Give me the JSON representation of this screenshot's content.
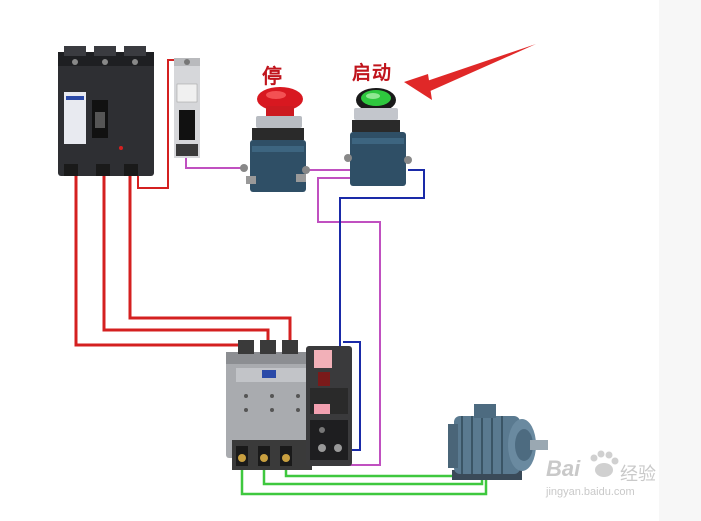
{
  "labels": {
    "stop": "停",
    "start": "启动"
  },
  "watermark": {
    "brand": "Bai",
    "brand_cn": "经验",
    "url": "jingyan.baidu.com"
  },
  "colors": {
    "phase_wire": "#d42020",
    "control_wire": "#c050c0",
    "return_wire": "#1a2aa8",
    "motor_wire": "#3ec83e",
    "arrow": "#e02828",
    "label": "#c0141c"
  }
}
